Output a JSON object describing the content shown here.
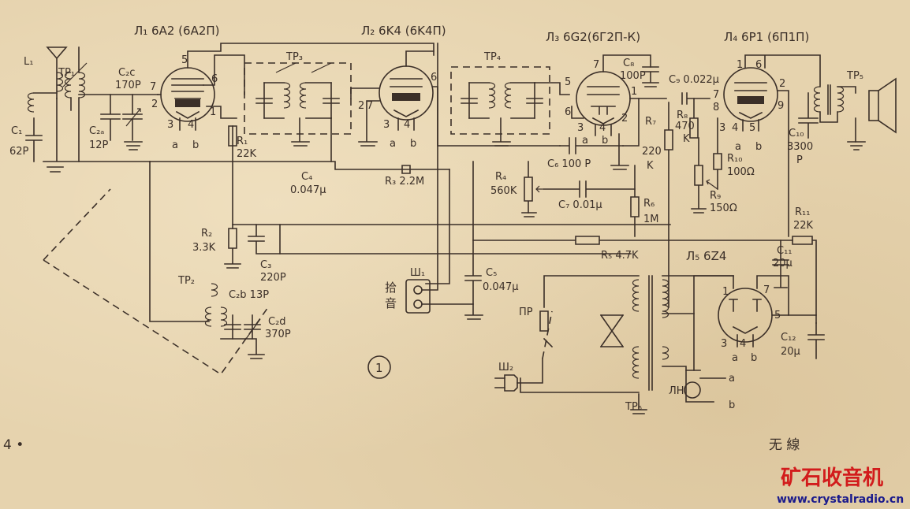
{
  "labels": {
    "tube1": "Л₁ 6A2 (6A2П)",
    "tube2": "Л₂ 6K4 (6K4П)",
    "tube3": "Л₃ 6G2(6Г2П-К)",
    "tube4": "Л₄ 6P1 (6П1П)",
    "tube5": "Л₅ 6Z4",
    "L1": "L₁",
    "TP1": "TP₁",
    "TP2": "TP₂",
    "TP3": "TP₃",
    "TP4": "TP₄",
    "TP5": "TP₅",
    "TP6": "TP₆",
    "C1": "C₁",
    "C1v": "62P",
    "C2a": "C₂ₐ",
    "C2av": "12P",
    "C2b": "C₂b 13P",
    "C2c": "C₂c",
    "C2cv": "170P",
    "C2d": "C₂d",
    "C2dv": "370P",
    "C3": "C₃",
    "C3v": "220P",
    "C4": "C₄",
    "C4v": "0.047μ",
    "C5": "C₅",
    "C5v": "0.047μ",
    "C6": "C₆ 100 P",
    "C7": "C₇ 0.01μ",
    "C8": "C₈",
    "C8v": "100P",
    "C9": "C₉ 0.022μ",
    "C10": "C₁₀",
    "C10v": "3300",
    "C10u": "P",
    "C11": "C₁₁",
    "C11v": "20μ",
    "C12": "C₁₂",
    "C12v": "20μ",
    "R1": "R₁",
    "R1v": "22K",
    "R2": "R₂",
    "R2v": "3.3K",
    "R3": "R₃ 2.2M",
    "R4": "R₄",
    "R4v": "560K",
    "R5": "R₅ 4.7K",
    "R6": "R₆",
    "R6v": "1M",
    "R7": "R₇",
    "R7v": "220",
    "R7u": "K",
    "R8": "R₈",
    "R8v": "470",
    "R8u": "K",
    "R9": "R₉",
    "R9v": "150Ω",
    "R10": "R₁₀",
    "R10v": "100Ω",
    "R11": "R₁₁",
    "R11v": "22K",
    "sh1": "Ш₁",
    "sh2": "Ш₂",
    "pickup1": "拾",
    "pickup2": "音",
    "pr": "ПР",
    "lamp": "ЛН",
    "fig": "1",
    "pin_a": "a",
    "pin_b": "b",
    "page": "4 •",
    "footer": "无 線",
    "wm_cn": "矿石收音机",
    "wm_url": "www.crystalradio.cn"
  },
  "pins": {
    "t1": [
      "5",
      "6",
      "7",
      "2",
      "1",
      "3",
      "4"
    ],
    "t2": [
      "6",
      "2",
      "7",
      "3",
      "4"
    ],
    "t3": [
      "7",
      "5",
      "6",
      "1",
      "2",
      "3",
      "4"
    ],
    "t4": [
      "1",
      "6",
      "7",
      "8",
      "2",
      "9",
      "3",
      "4",
      "5"
    ],
    "t5": [
      "1",
      "7",
      "5",
      "3",
      "4"
    ]
  }
}
